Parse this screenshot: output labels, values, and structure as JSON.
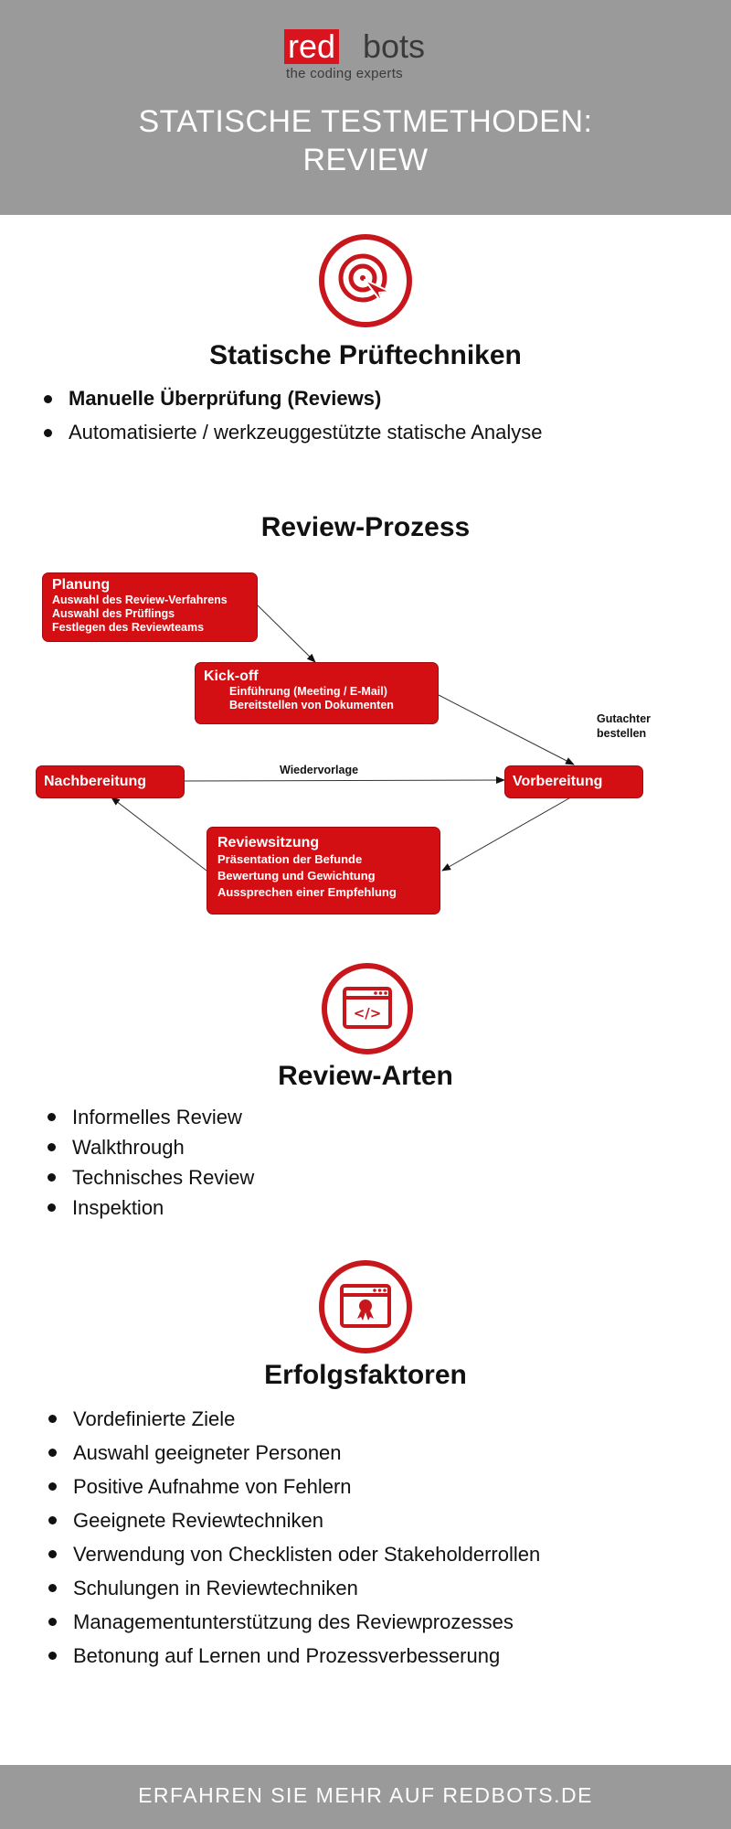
{
  "header": {
    "logo_red": "red",
    "logo_gray": "bots",
    "logo_tagline": "the coding experts",
    "title_line1": "STATISCHE TESTMETHODEN:",
    "title_line2": "REVIEW"
  },
  "section_pruef": {
    "icon": "target-cursor-icon",
    "title": "Statische Prüftechniken",
    "items": [
      "Manuelle Überprüfung (Reviews)",
      "Automatisierte / werkzeuggestützte statische Analyse"
    ]
  },
  "section_prozess": {
    "title": "Review-Prozess",
    "planung": {
      "title": "Planung",
      "lines": [
        "Auswahl des Review-Verfahrens",
        "Auswahl des Prüflings",
        "Festlegen des Reviewteams"
      ]
    },
    "kickoff": {
      "title": "Kick-off",
      "lines": [
        "Einführung (Meeting / E-Mail)",
        "Bereitstellen von Dokumenten"
      ]
    },
    "nachbereitung": {
      "title": "Nachbereitung"
    },
    "vorbereitung": {
      "title": "Vorbereitung"
    },
    "reviewsitzung": {
      "title": "Reviewsitzung",
      "lines": [
        "Präsentation der Befunde",
        "Bewertung und Gewichtung",
        "Aussprechen einer Empfehlung"
      ]
    },
    "label_wiedervorlage": "Wiedervorlage",
    "label_gutachter_1": "Gutachter",
    "label_gutachter_2": "bestellen"
  },
  "section_arten": {
    "icon": "code-window-icon",
    "title": "Review-Arten",
    "items": [
      "Informelles Review",
      "Walkthrough",
      "Technisches Review",
      "Inspektion"
    ]
  },
  "section_erfolg": {
    "icon": "award-window-icon",
    "title": "Erfolgsfaktoren",
    "items": [
      "Vordefinierte Ziele",
      "Auswahl geeigneter Personen",
      "Positive Aufnahme von Fehlern",
      "Geeignete Reviewtechniken",
      "Verwendung von Checklisten oder Stakeholderrollen",
      "Schulungen in Reviewtechniken",
      "Managementunterstützung des Reviewprozesses",
      "Betonung auf Lernen und Prozessverbesserung"
    ]
  },
  "footer": {
    "text": "ERFAHREN SIE MEHR AUF REDBOTS.DE"
  },
  "colors": {
    "accent": "#d40f14",
    "header_bg": "#9a9a9a",
    "icon_ring": "#c8161d"
  }
}
